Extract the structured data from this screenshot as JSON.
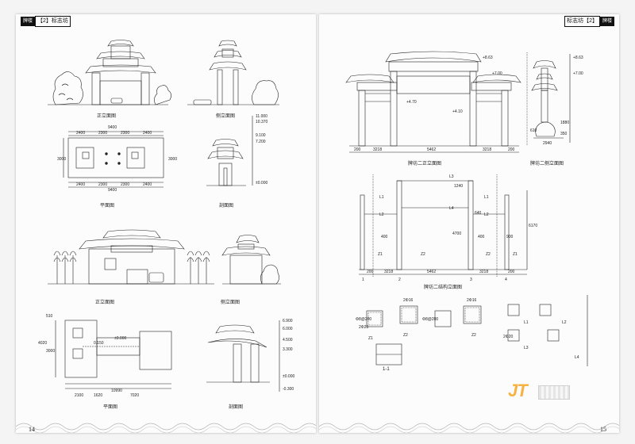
{
  "left_page": {
    "tag_box": "牌楼",
    "tag_text": "【2】标志坊",
    "page_number": "14",
    "captions": {
      "front_1": "正立面图",
      "side_1": "侧立面图",
      "plan_1": "平面图",
      "section_1": "剖面图",
      "front_2": "正立面图",
      "side_2": "侧立面图",
      "plan_2": "平面图",
      "section_2": "剖面图"
    },
    "dims": {
      "plan_total": "9400",
      "plan_bays": [
        "2400",
        "2300",
        "2300",
        "2400"
      ],
      "plan_side": "3000",
      "elev_levels": [
        "11.000",
        "10.370",
        "9.100",
        "7.200",
        "±0.000"
      ],
      "plan2_dims": [
        "2100",
        "1620",
        "7020"
      ],
      "plan2_total": "10990",
      "plan2_side": [
        "4020",
        "510",
        "3000"
      ],
      "plan2_zero": "±0.000",
      "plan2_small": "0.150",
      "elev2_levels": [
        "6.900",
        "6.000",
        "4.500",
        "3.300",
        "±0.000",
        "-0.300"
      ]
    }
  },
  "right_page": {
    "tag_box": "牌楼",
    "tag_text": "标志坊【2】",
    "page_number": "15",
    "captions": {
      "front": "牌坊二正立面图",
      "side": "牌坊二侧立面图",
      "structure": "牌坊二结构立面图",
      "detail": "1-1"
    },
    "dims": {
      "front_levels": [
        "+8.63",
        "+7.00",
        "+4.70",
        "+4.10"
      ],
      "front_bottom": [
        "200",
        "3218",
        "5462",
        "3218",
        "200"
      ],
      "side_levels": [
        "+8.63",
        "+7.00"
      ],
      "side_small": [
        "2940",
        "610",
        "1880",
        "350"
      ],
      "struct_labels": [
        "L1",
        "L2",
        "L3",
        "L4",
        "Z1",
        "Z2"
      ],
      "struct_nums": [
        "400",
        "640",
        "1240",
        "400",
        "900",
        "6170",
        "4700"
      ],
      "struct_bottom": [
        "200",
        "3218",
        "5462",
        "3218",
        "200"
      ],
      "struct_axes": [
        "1",
        "2",
        "3",
        "4"
      ],
      "section_labels": [
        "Z1",
        "Z2",
        "Z2",
        "L1",
        "L2",
        "L3",
        "L4"
      ],
      "rebar": [
        "Φ8@200",
        "2Φ16",
        "2Φ20",
        "Φ8@200",
        "2Φ16",
        "2Φ20"
      ]
    }
  },
  "watermark": {
    "logo_text": "JT"
  }
}
